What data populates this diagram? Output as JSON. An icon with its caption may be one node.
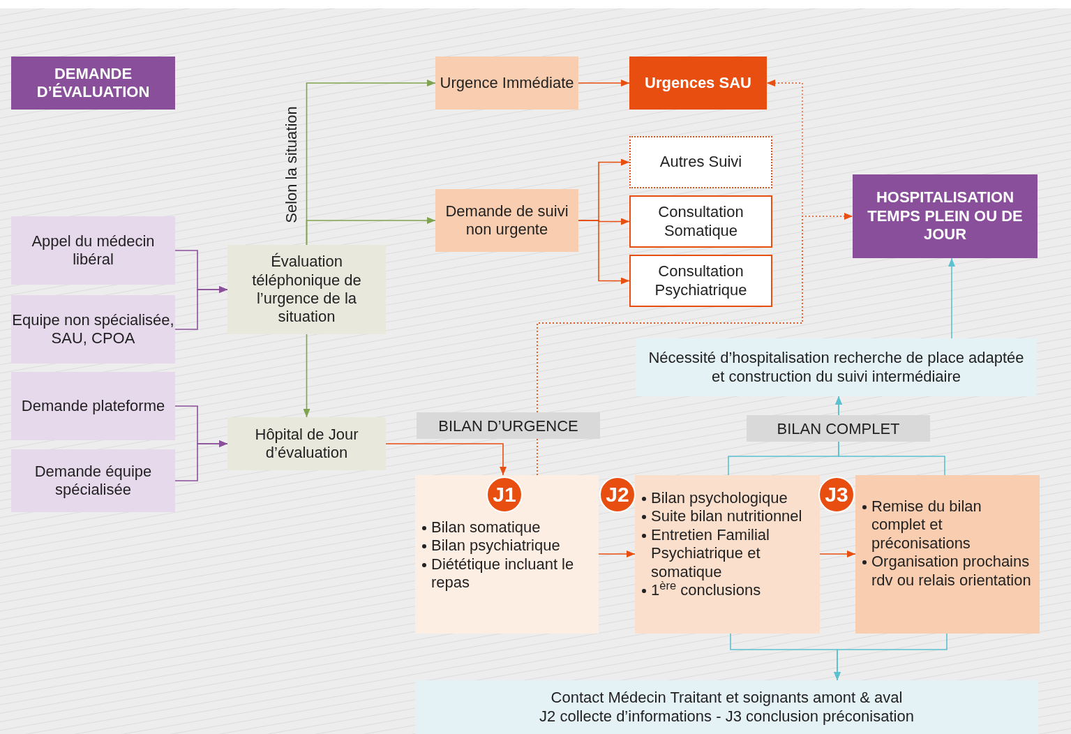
{
  "diagram": {
    "nodes": [
      {
        "text": [
          "DEMANDE D’ÉVALUATION"
        ]
      },
      {
        "text": [
          "Appel du médecin libéral"
        ]
      },
      {
        "text": [
          "Equipe non spécialisée, SAU, CPOA"
        ]
      },
      {
        "text": [
          "Demande plateforme"
        ]
      },
      {
        "text": [
          "Demande équipe spécialisée"
        ]
      },
      {
        "text": [
          "Évaluation téléphonique de l’urgence de la situation"
        ]
      },
      {
        "text": [
          "Hôpital de Jour d’évaluation"
        ]
      },
      {
        "text": [
          "Urgence Immédiate"
        ]
      },
      {
        "text": [
          "Demande de suivi non urgente"
        ]
      },
      {
        "text": [
          "Urgences SAU"
        ]
      },
      {
        "text": [
          "Autres Suivi"
        ]
      },
      {
        "text": [
          "Consultation Somatique"
        ]
      },
      {
        "text": [
          "Consultation Psychiatrique"
        ]
      },
      {
        "text": [
          "HOSPITALISATION TEMPS PLEIN OU DE JOUR"
        ]
      },
      {
        "text": [
          "Nécessité d’hospitalisation recherche de place adaptée et construction du suivi intermédiaire"
        ]
      },
      {
        "text": [
          "Bilan somatique",
          "Bilan psychiatrique",
          "Diététique incluant le repas"
        ]
      },
      {
        "text": [
          "J1"
        ],
        "in": 15
      },
      {
        "text": [
          "Bilan psychologique",
          "Suite bilan nutritionnel",
          "Entretien Familial Psychiatrique et somatique",
          "1$^{ère}$ conclusions"
        ]
      },
      {
        "text": [
          "J2"
        ]
      },
      {
        "text": [
          "Remise du bilan complet et préconisations",
          "Organisation prochains rdv ou relais orientation"
        ]
      },
      {
        "text": [
          "J3"
        ]
      },
      {
        "text": [
          "Contact Médecin Traitant et soignants amont & aval",
          "J2 collecte d’informations - J3 conclusion préconisation"
        ]
      }
    ],
    "labels": [
      "BILAN D’URGENCE",
      "BILAN COMPLET"
    ],
    "edges": [
      {
        "from": 1,
        "to": 5,
        "arrow": "to",
        "color": "#8a4f9b"
      },
      {
        "from": 2,
        "to": 5,
        "arrow": "to",
        "color": "#8a4f9b"
      },
      {
        "from": 3,
        "to": 6,
        "arrow": "to",
        "color": "#8a4f9b"
      },
      {
        "from": 4,
        "to": 6,
        "arrow": "to",
        "color": "#8a4f9b"
      },
      {
        "from": 5,
        "to": 7,
        "arrow": "to",
        "label": "Selon la situation",
        "color": "#7fa34e"
      },
      {
        "from": 5,
        "to": 8,
        "arrow": "to",
        "color": "#7fa34e"
      },
      {
        "from": 5,
        "to": 6,
        "arrow": "to",
        "color": "#7fa34e"
      },
      {
        "from": 7,
        "to": 9,
        "arrow": "to"
      },
      {
        "from": 8,
        "to": 10,
        "arrow": "to"
      },
      {
        "from": 8,
        "to": 11,
        "arrow": "to"
      },
      {
        "from": 8,
        "to": 12,
        "arrow": "to"
      },
      {
        "from": 15,
        "to": 9,
        "arrow": "to",
        "style": "dashed"
      },
      {
        "from": 15,
        "to": 13,
        "arrow": "to",
        "style": "dashed"
      },
      {
        "from": 6,
        "to": 15,
        "arrow": "to"
      },
      {
        "from": 15,
        "to": 17,
        "arrow": "to"
      },
      {
        "from": 17,
        "to": 19,
        "arrow": "to"
      },
      {
        "from": 17,
        "to": 14,
        "arrow": "to",
        "color": "#5bc0cf"
      },
      {
        "from": 19,
        "to": 14,
        "arrow": "to",
        "color": "#5bc0cf"
      },
      {
        "from": 14,
        "to": 13,
        "arrow": "to",
        "color": "#5bc0cf"
      },
      {
        "from": 17,
        "to": 21,
        "arrow": "to",
        "color": "#5bc0cf"
      },
      {
        "from": 19,
        "to": 21,
        "arrow": "to",
        "color": "#5bc0cf"
      }
    ]
  }
}
